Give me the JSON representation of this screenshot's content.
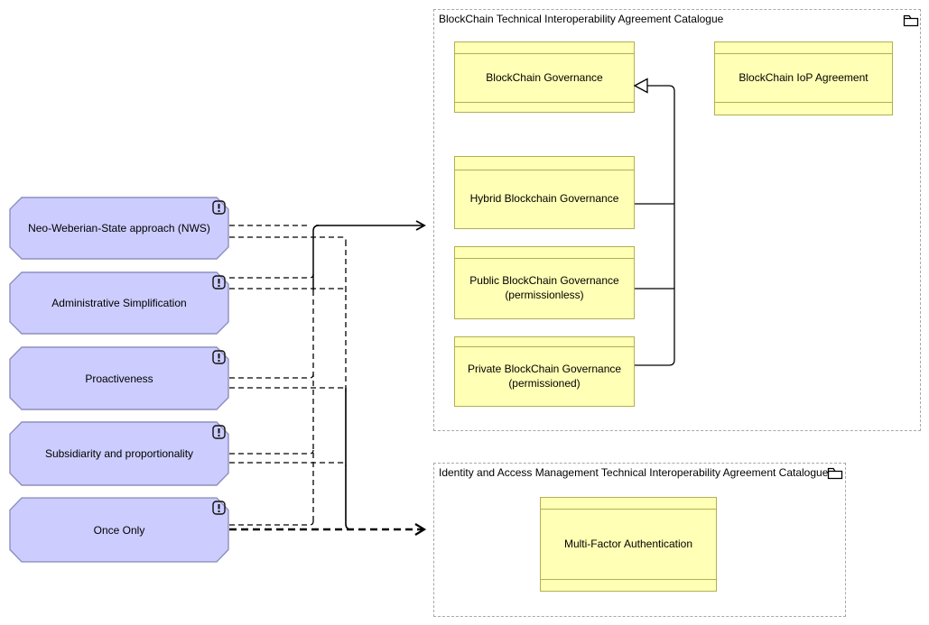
{
  "principles": [
    {
      "label": "Neo-Weberian-State approach (NWS)"
    },
    {
      "label": "Administrative Simplification"
    },
    {
      "label": "Proactiveness"
    },
    {
      "label": "Subsidiarity and proportionality"
    },
    {
      "label": "Once Only"
    }
  ],
  "groups": [
    {
      "title": "BlockChain Technical Interoperability Agreement Catalogue",
      "items": [
        {
          "label": "BlockChain Governance"
        },
        {
          "label": "BlockChain IoP Agreement"
        },
        {
          "label": "Hybrid Blockchain Governance"
        },
        {
          "label": "Public BlockChain Governance (permissionless)"
        },
        {
          "label": "Private BlockChain Governance (permissioned)"
        }
      ]
    },
    {
      "title": "Identity and Access Management Technical Interoperability Agreement Catalogue",
      "items": [
        {
          "label": "Multi-Factor Authentication"
        }
      ]
    }
  ],
  "icons": {
    "group_icon": "folder-icon",
    "principle_icon": "exclamation-icon"
  },
  "colors": {
    "principle_fill": "#CCCCFE",
    "principle_border": "#8E8EC0",
    "contract_fill": "#FFFFB5",
    "contract_border": "#B0B054",
    "group_border": "#A8A8A8",
    "connector": "#000000"
  }
}
